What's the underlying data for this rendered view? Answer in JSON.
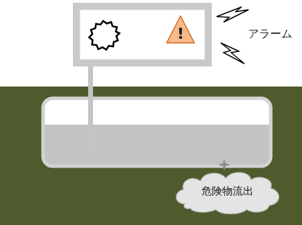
{
  "diagram": {
    "nodes": [
      {
        "text": [
          "!"
        ]
      },
      {
        "text": [
          "危険物流出"
        ]
      }
    ],
    "edges": [],
    "labels": [
      "アラーム"
    ]
  }
}
